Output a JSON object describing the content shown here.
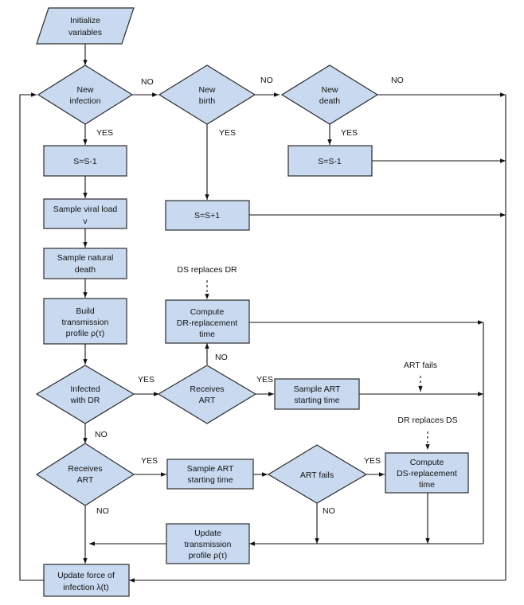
{
  "nodes": {
    "initialize": [
      "Initialize",
      "variables"
    ],
    "new_infection": [
      "New",
      "infection"
    ],
    "new_birth": [
      "New",
      "birth"
    ],
    "new_death": [
      "New",
      "death"
    ],
    "s_minus_1_left": [
      "S=S-1"
    ],
    "s_minus_1_right": [
      "S=S-1"
    ],
    "s_plus_1": [
      "S=S+1"
    ],
    "sample_viral_load": [
      "Sample viral load",
      "v"
    ],
    "sample_natural_death": [
      "Sample natural",
      "death"
    ],
    "build_transmission_profile": [
      "Build",
      "transmission",
      "profile ρ(τ)"
    ],
    "infected_with_dr": [
      "Infected",
      "with DR"
    ],
    "receives_art_top": [
      "Receives",
      "ART"
    ],
    "sample_art_start_top": [
      "Sample ART",
      "starting time"
    ],
    "compute_dr_replacement": [
      "Compute",
      "DR-replacement",
      "time"
    ],
    "receives_art_bottom": [
      "Receives",
      "ART"
    ],
    "sample_art_start_bottom": [
      "Sample ART",
      "starting time"
    ],
    "art_fails_diamond": [
      "ART fails"
    ],
    "compute_ds_replacement": [
      "Compute",
      "DS-replacement",
      "time"
    ],
    "update_transmission_profile": [
      "Update",
      "transmission",
      "profile ρ(τ)"
    ],
    "update_force_of_infection": [
      "Update force of",
      "infection λ(t)"
    ]
  },
  "edge_labels": {
    "no": "NO",
    "yes": "YES"
  },
  "annotations": {
    "ds_replaces_dr": "DS replaces DR",
    "art_fails": "ART fails",
    "dr_replaces_ds": "DR replaces DS"
  }
}
